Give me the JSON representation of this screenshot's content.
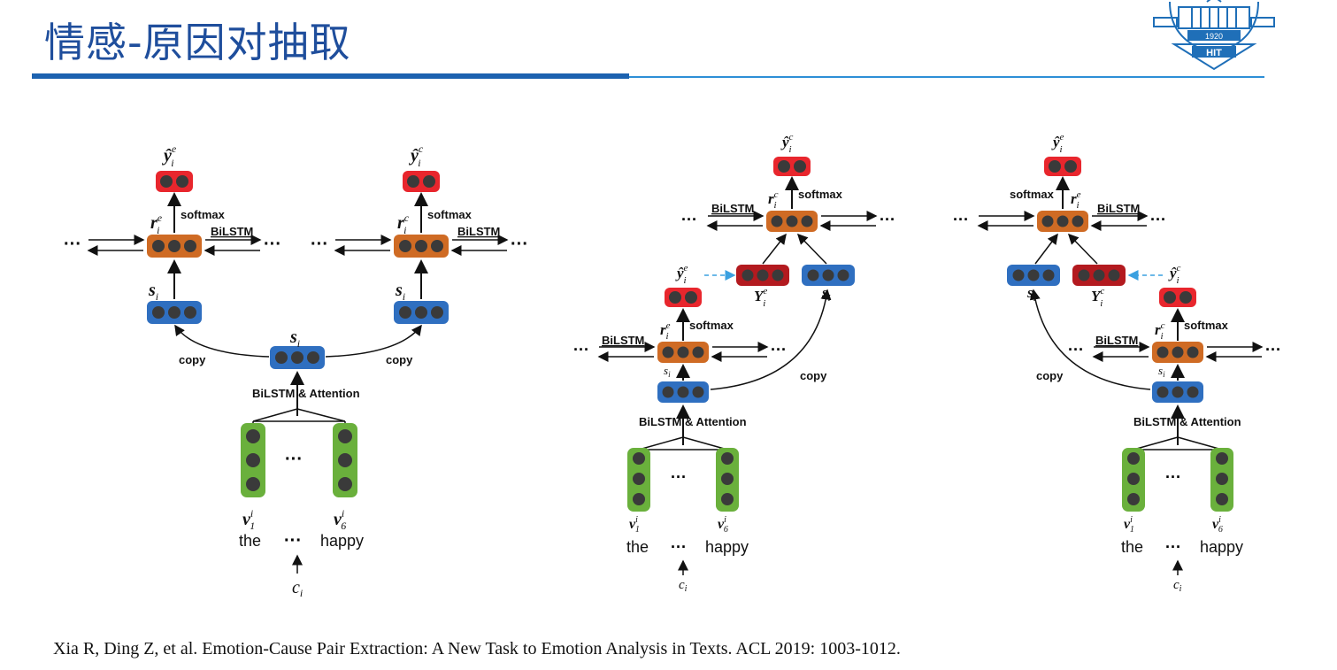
{
  "slide": {
    "title": "情感-原因对抽取",
    "citation": "Xia R, Ding Z, et al. Emotion-Cause Pair Extraction: A New Task to Emotion Analysis in Texts. ACL 2019: 1003-1012.",
    "logo": {
      "year": "1920",
      "text": "HIT"
    }
  },
  "labels": {
    "softmax": "softmax",
    "bilstm": "BiLSTM",
    "bilstm_attention": "BiLSTM & Attention",
    "copy": "copy",
    "dots": "···",
    "word_first": "the",
    "word_last": "happy",
    "var_v": "v",
    "sub_1": "1",
    "sub_6": "6",
    "sup_i": "i",
    "var_c": "c",
    "var_s": "s",
    "var_r": "r",
    "var_y": "ŷ",
    "var_Y": "Y",
    "sup_e": "e",
    "sup_c": "c"
  },
  "colors": {
    "title": "#1f4e9c",
    "rule_dark": "#1c62b0",
    "rule_light": "#2d8fd6",
    "node_red": "#e8262d",
    "node_darkred": "#b31a1f",
    "node_orange": "#cf6b24",
    "node_blue": "#2f6fc0",
    "node_green": "#6ab03c",
    "dot": "#3a3a3a",
    "dashed_arrow": "#3aa0e0"
  }
}
